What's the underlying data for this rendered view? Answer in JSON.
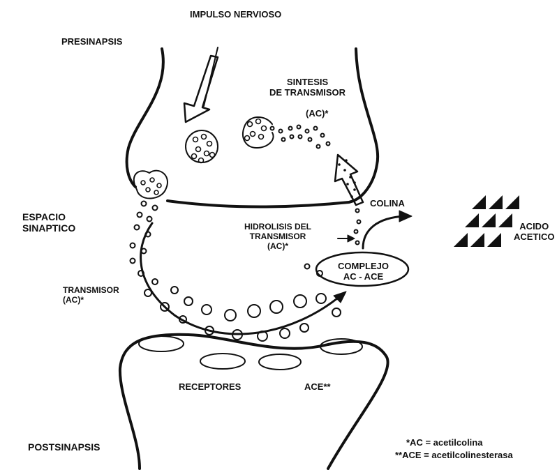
{
  "labels": {
    "nerve_impulse": "IMPULSO NERVIOSO",
    "presynapse": "PRESINAPSIS",
    "transmitter_synthesis": [
      "SINTESIS",
      "DE TRANSMISOR"
    ],
    "ac_top": "(AC)*",
    "synaptic_space": [
      "ESPACIO",
      "SINAPTICO"
    ],
    "choline": "COLINA",
    "acetic_acid": [
      "ACIDO",
      "ACETICO"
    ],
    "transmitter_hydrolysis": [
      "HIDROLISIS DEL",
      "TRANSMISOR",
      "(AC)*"
    ],
    "complex": [
      "COMPLEJO",
      "AC - ACE"
    ],
    "transmitter": [
      "TRANSMISOR",
      "(AC)*"
    ],
    "receptors": "RECEPTORES",
    "ace": "ACE**",
    "postsynapse": "POSTSINAPSIS"
  },
  "footnotes": [
    "*AC = acetilcolina",
    "**ACE = acetilcolinesterasa"
  ],
  "colors": {
    "ink": "#111111",
    "background": "#ffffff"
  }
}
